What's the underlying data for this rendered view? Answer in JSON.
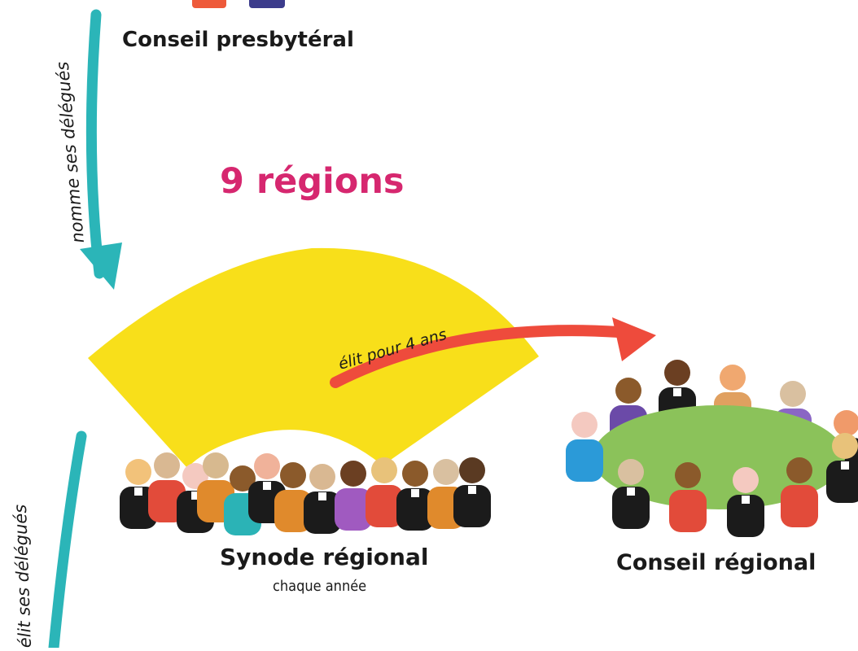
{
  "colors": {
    "yellow_fan": "#f8df1a",
    "teal_arrow": "#2bb5b8",
    "red_arrow": "#ee4b3c",
    "green_table": "#8bc25a",
    "magenta_title": "#d6276f",
    "dark_text": "#1a1a1a"
  },
  "labels": {
    "conseil_presbyteral": "Conseil presbytéral",
    "regions": "9 régions",
    "synode_regional": "Synode régional",
    "chaque_annee": "chaque année",
    "conseil_regional": "Conseil régional",
    "nomme_delegues": "nomme ses délégués",
    "elit_delegues": "élit ses délégués",
    "elit_4_ans": "élit pour 4 ans"
  }
}
